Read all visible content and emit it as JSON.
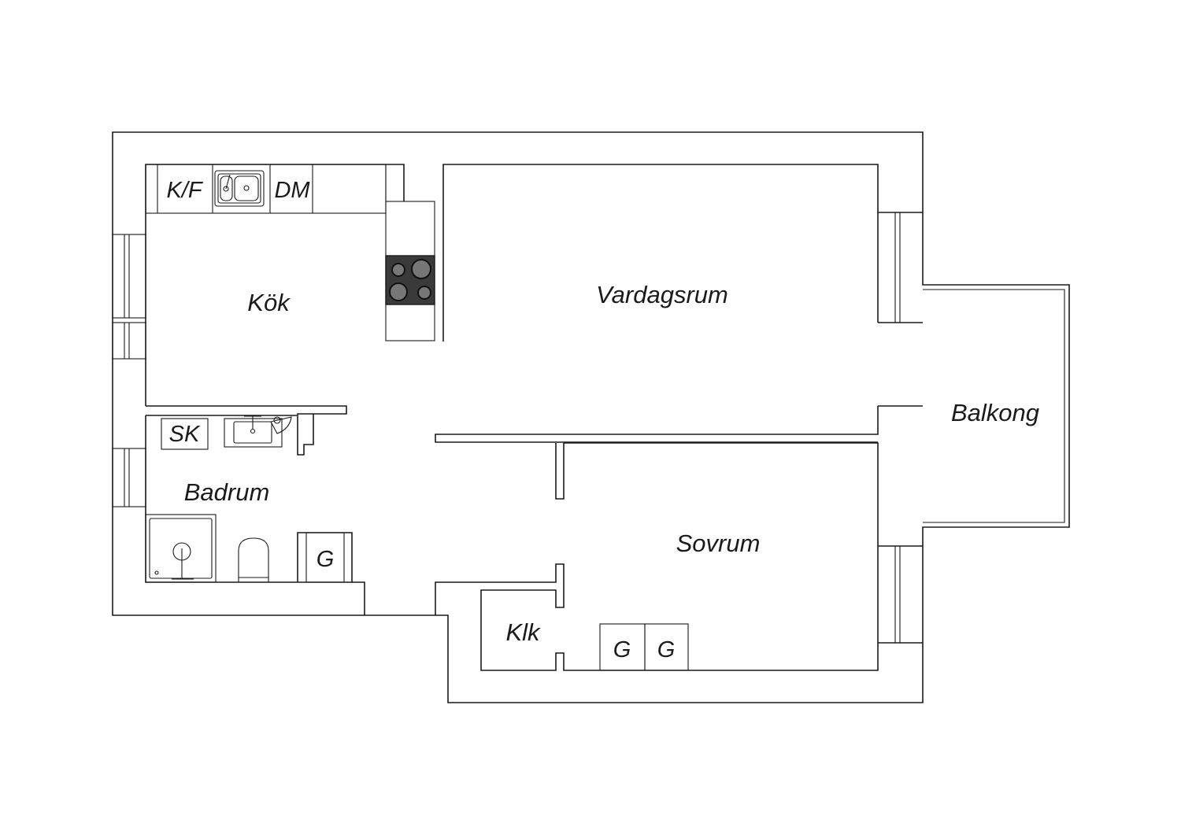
{
  "rooms": {
    "kitchen": "Kök",
    "living_room": "Vardagsrum",
    "balcony": "Balkong",
    "bathroom": "Badrum",
    "bedroom": "Sovrum",
    "walk_in_closet": "Klk"
  },
  "fixtures": {
    "fridge_freezer": "K/F",
    "dishwasher": "DM",
    "cabinet": "SK",
    "wardrobe_bathroom": "G",
    "wardrobe_bedroom_1": "G",
    "wardrobe_bedroom_2": "G"
  },
  "colors": {
    "line": "#1a1a1a",
    "hob": "#3a3a3a",
    "background": "#ffffff"
  }
}
